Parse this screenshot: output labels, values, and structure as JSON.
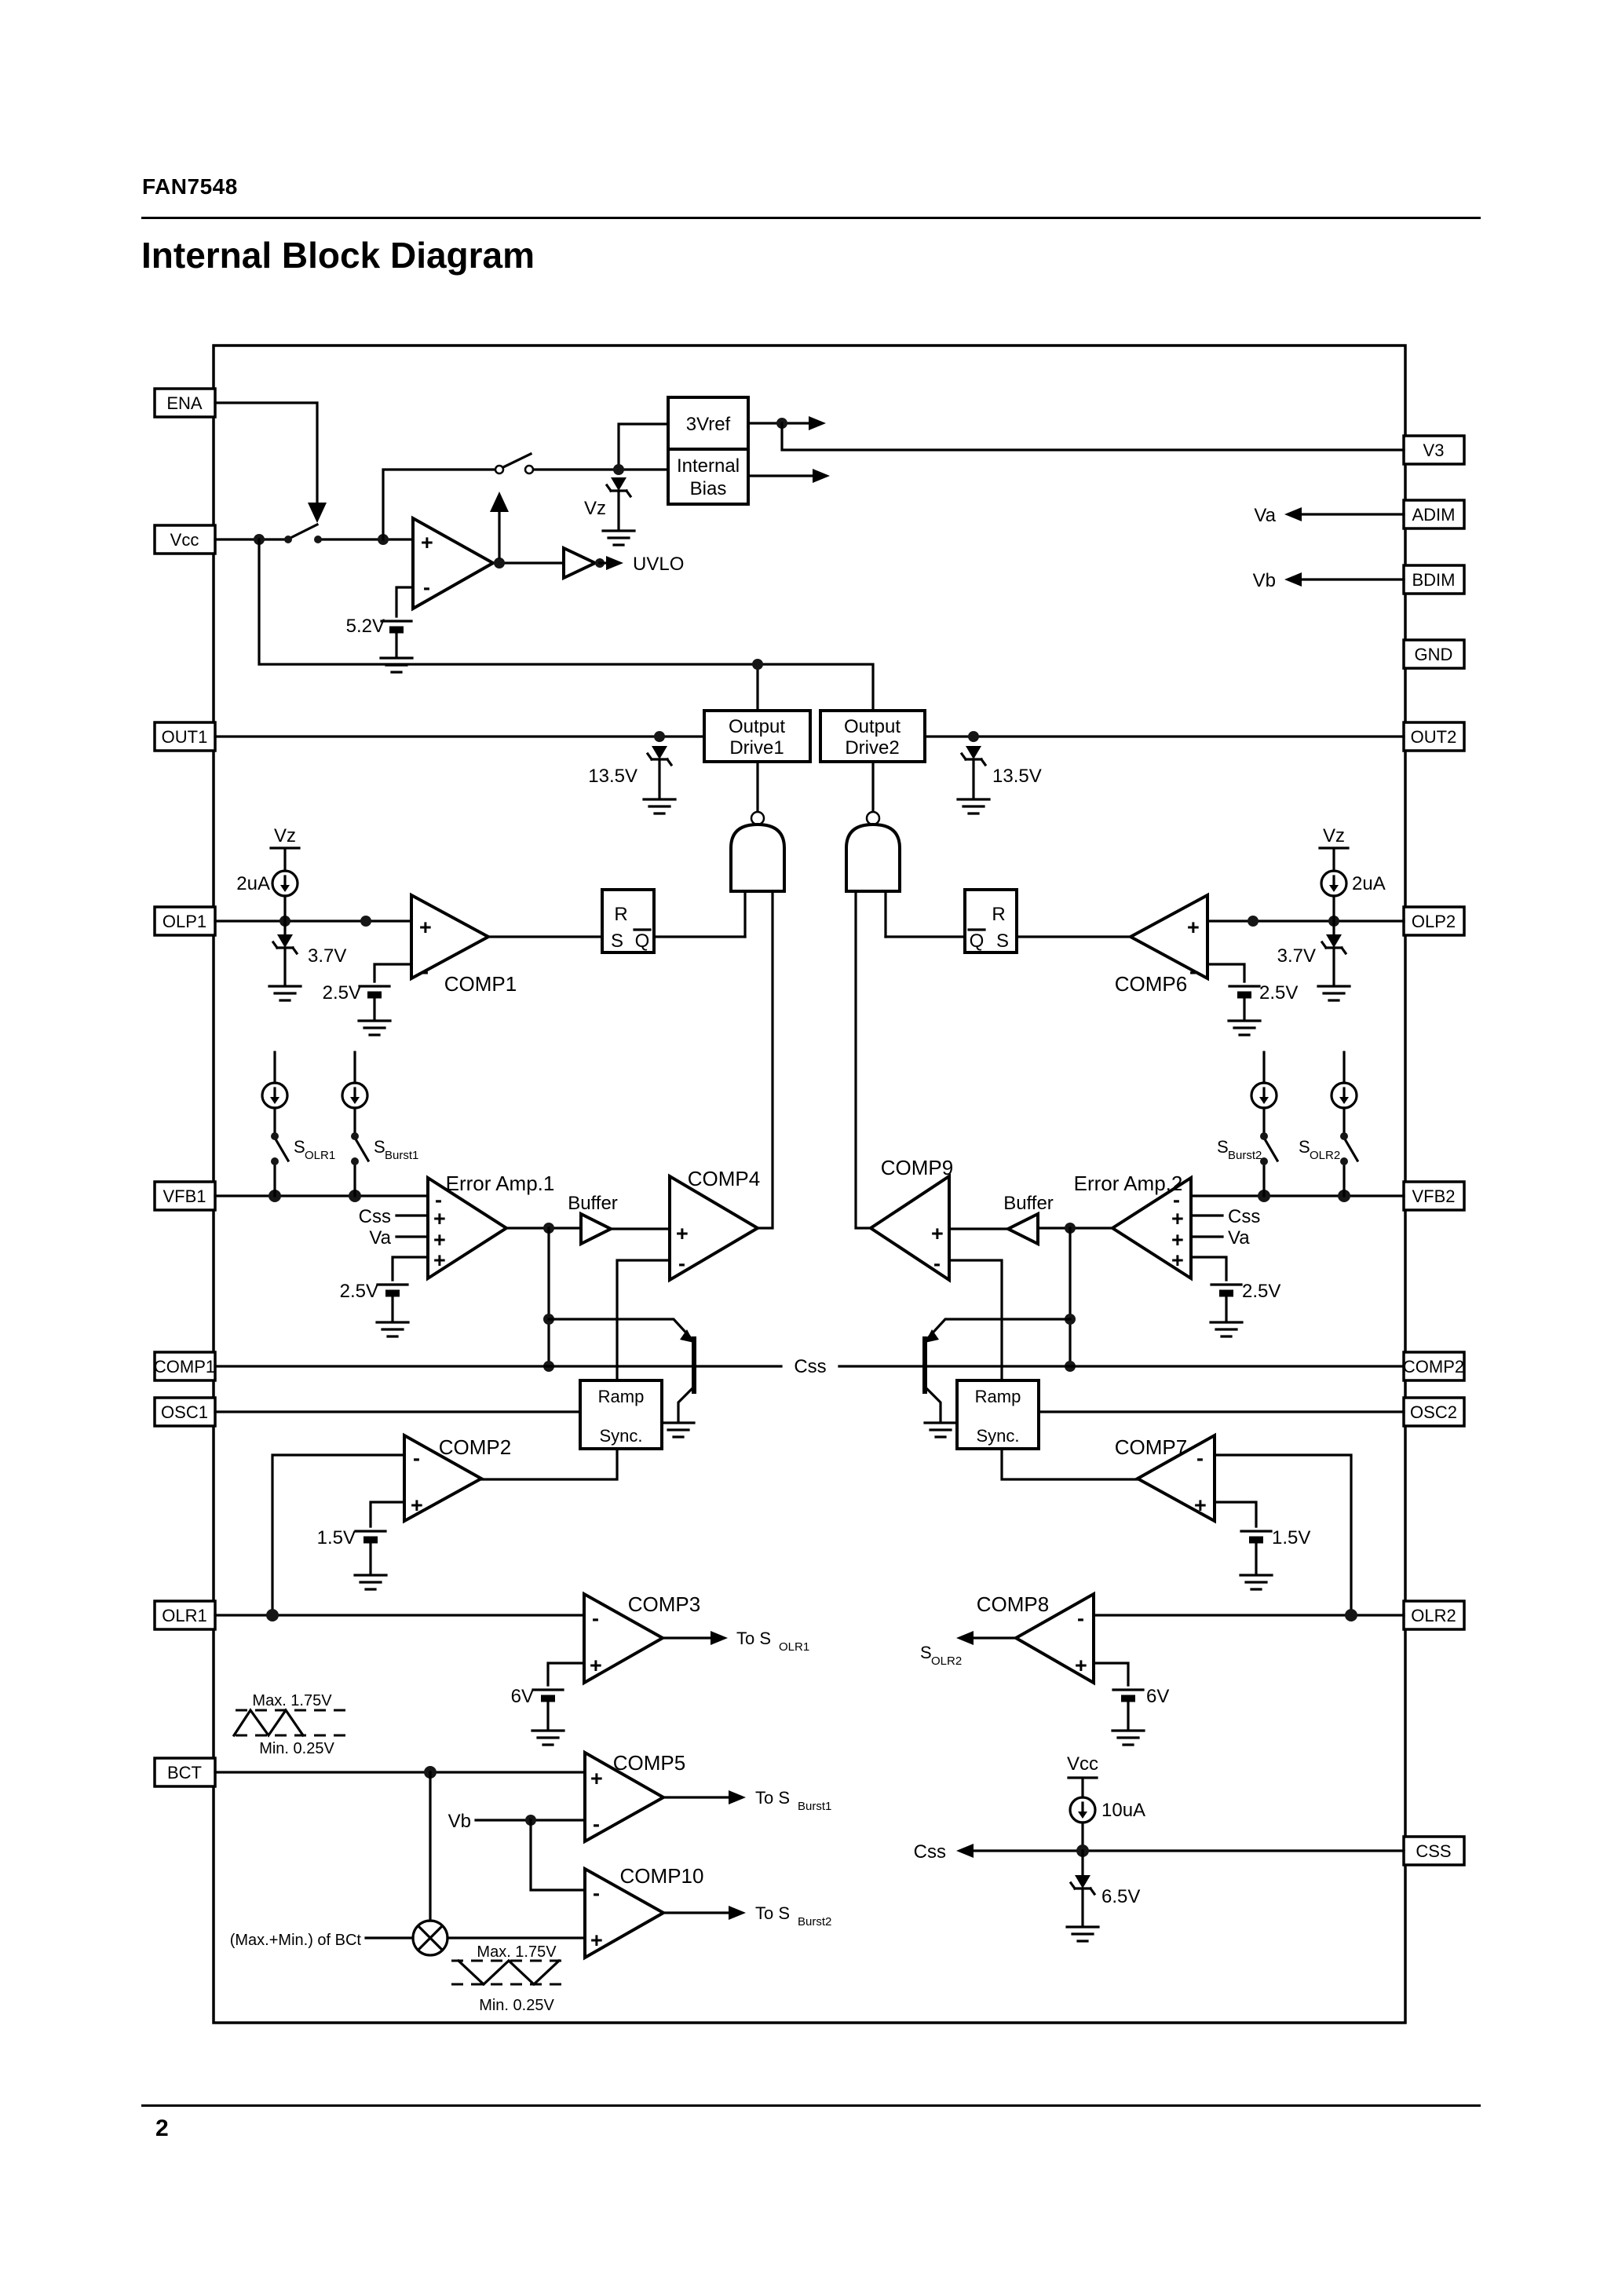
{
  "page": {
    "doc_id": "FAN7548",
    "title": "Internal Block Diagram",
    "page_number": "2"
  },
  "pins": {
    "left": [
      "ENA",
      "Vcc",
      "OUT1",
      "OLP1",
      "VFB1",
      "COMP1",
      "OSC1",
      "OLR1",
      "BCT"
    ],
    "right": [
      "V3",
      "ADIM",
      "BDIM",
      "GND",
      "OUT2",
      "OLP2",
      "VFB2",
      "COMP2",
      "OSC2",
      "OLR2",
      "CSS"
    ]
  },
  "blocks": {
    "vref": "3Vref",
    "bias_line1": "Internal",
    "bias_line2": "Bias",
    "uvlo": "UVLO",
    "drive1_line1": "Output",
    "drive1_line2": "Drive1",
    "drive2_line1": "Output",
    "drive2_line2": "Drive2",
    "ramp": "Ramp",
    "sync": "Sync."
  },
  "latch": {
    "r": "R",
    "s": "S",
    "q": "Q"
  },
  "amps": {
    "comp1": "COMP1",
    "comp2": "COMP2",
    "comp3": "COMP3",
    "comp4": "COMP4",
    "comp5": "COMP5",
    "comp6": "COMP6",
    "comp7": "COMP7",
    "comp8": "COMP8",
    "comp9": "COMP9",
    "comp10": "COMP10",
    "error_amp1": "Error Amp.1",
    "error_amp2": "Error Amp.2",
    "buffer": "Buffer"
  },
  "signs": {
    "plus": "+",
    "minus": "-"
  },
  "values": {
    "v_5_2": "5.2V",
    "v_13_5": "13.5V",
    "v_3_7": "3.7V",
    "v_2_5": "2.5V",
    "v_1_5": "1.5V",
    "v_6": "6V",
    "v_6_5": "6.5V",
    "i_2ua": "2uA",
    "i_10ua": "10uA",
    "wave_max": "Max. 1.75V",
    "wave_min": "Min. 0.25V"
  },
  "signals": {
    "vz": "Vz",
    "va": "Va",
    "vb": "Vb",
    "vcc": "Vcc",
    "css": "Css",
    "maxmin_bct": "(Max.+Min.) of BCt",
    "to_s": "To S",
    "s": "S",
    "sub_olr1": "OLR1",
    "sub_olr2": "OLR2",
    "sub_burst1": "Burst1",
    "sub_burst2": "Burst2"
  }
}
